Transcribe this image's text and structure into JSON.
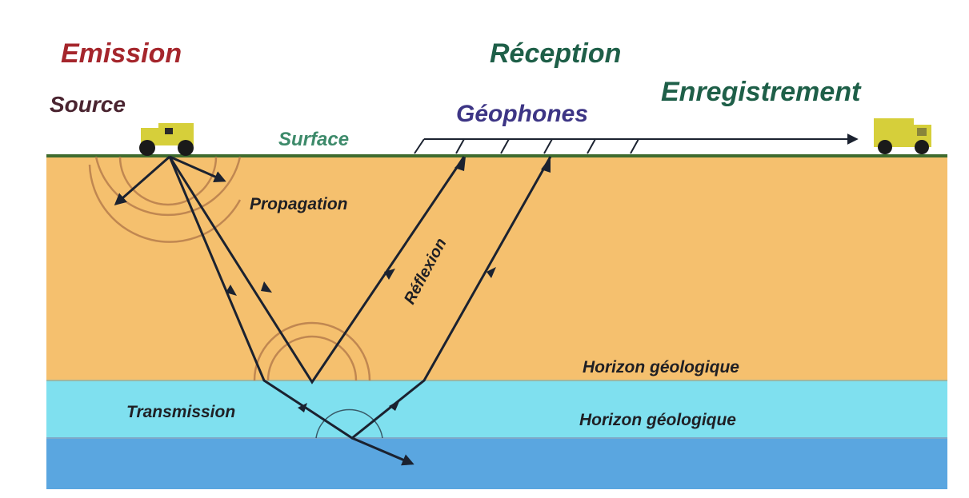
{
  "labels": {
    "emission": "Emission",
    "source": "Source",
    "reception": "Réception",
    "enregistrement": "Enregistrement",
    "geophones": "Géophones",
    "surface": "Surface",
    "propagation": "Propagation",
    "reflexion": "Réflexion",
    "transmission": "Transmission",
    "horizon_1": "Horizon géologique",
    "horizon_2": "Horizon géologique"
  },
  "colors": {
    "emission_text": "#a5262c",
    "source_text": "#4a2430",
    "reception_text": "#1e5f48",
    "geophones_text": "#3d3585",
    "surface_text": "#3d8a6a",
    "body_text": "#1f1f24",
    "ground_surface_line": "#3f6b2e",
    "layer_upper": "#f5c06e",
    "layer_middle": "#7fe0ef",
    "layer_lower": "#5aa6e0",
    "layer_boundary": "#9fb6a0",
    "ray_color": "#1b2230",
    "wavefront_color": "#b47a4a",
    "vehicle_color": "#d6cf3a",
    "wheel_color": "#1a1a1a"
  },
  "icons": {
    "source_vehicle": "vibroseis-truck-icon",
    "recording_vehicle": "recording-truck-icon",
    "geophone": "geophone-icon"
  }
}
